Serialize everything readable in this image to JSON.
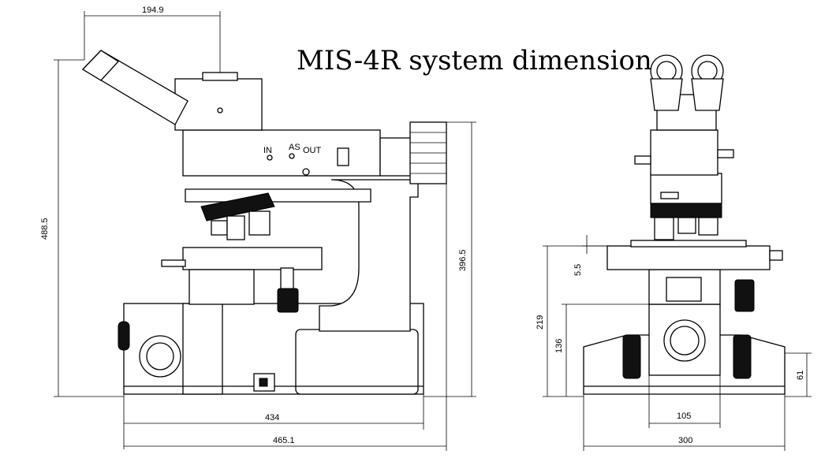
{
  "title": "MIS-4R system dimension",
  "side_view": {
    "dims": {
      "eyepiece_offset": "194.9",
      "total_height": "488.5",
      "arm_height": "396.5",
      "base_length": "434",
      "total_length": "465.1"
    },
    "panel_marks": [
      "IN",
      "AS",
      "OUT"
    ]
  },
  "front_view": {
    "dims": {
      "stage_thickness": "5.5",
      "stage_height": "219",
      "knob_height": "136",
      "low_knob_height": "61",
      "center_width": "105",
      "base_width": "300"
    }
  }
}
